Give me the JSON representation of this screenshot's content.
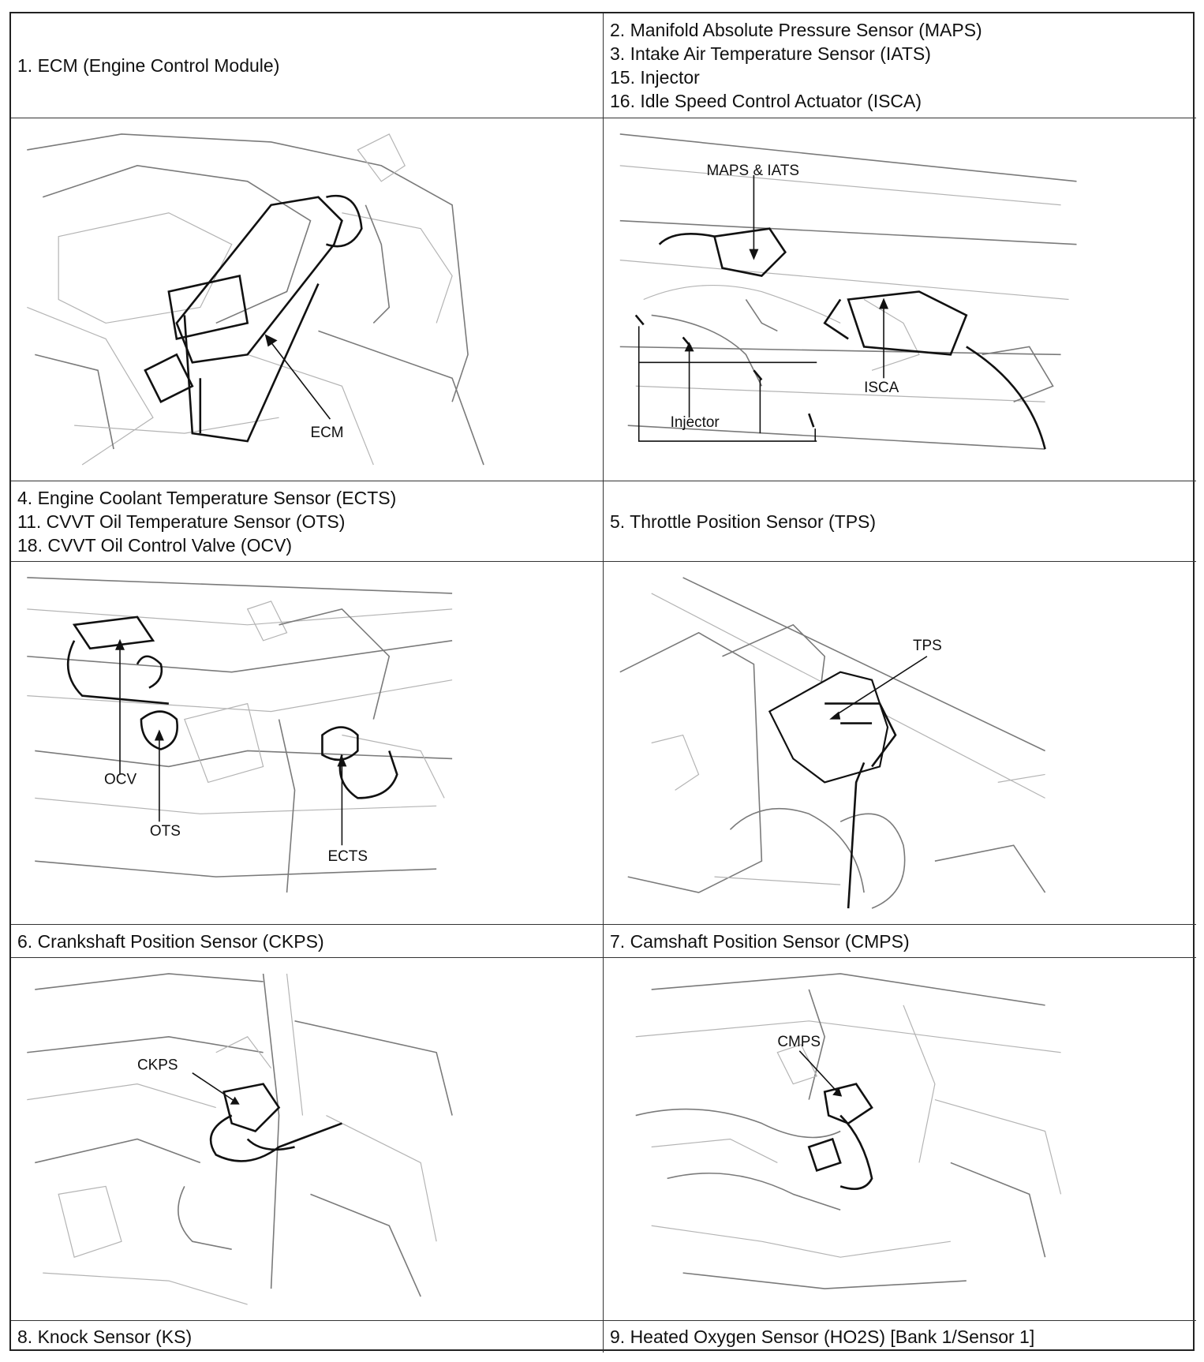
{
  "rows": [
    {
      "left": [
        "1. ECM (Engine Control Module)"
      ],
      "right": [
        "2. Manifold Absolute Pressure Sensor (MAPS)",
        "3. Intake Air Temperature Sensor (IATS)",
        "15. Injector",
        "16. Idle Speed Control Actuator (ISCA)"
      ]
    },
    {
      "left": [
        "4. Engine Coolant Temperature Sensor (ECTS)",
        "11. CVVT Oil Temperature Sensor (OTS)",
        "18. CVVT Oil Control Valve (OCV)"
      ],
      "right": [
        "5. Throttle Position Sensor (TPS)"
      ]
    },
    {
      "left": [
        "6. Crankshaft Position Sensor (CKPS)"
      ],
      "right": [
        "7. Camshaft Position Sensor (CMPS)"
      ]
    },
    {
      "left": [
        "8. Knock Sensor (KS)"
      ],
      "right": [
        "9. Heated Oxygen Sensor (HO2S) [Bank 1/Sensor 1]"
      ]
    }
  ],
  "figures": {
    "ecm": {
      "labels": [
        "ECM"
      ]
    },
    "maps": {
      "labels": [
        "MAPS & IATS",
        "ISCA",
        "Injector"
      ]
    },
    "ects": {
      "labels": [
        "OCV",
        "OTS",
        "ECTS"
      ]
    },
    "tps": {
      "labels": [
        "TPS"
      ]
    },
    "ckps": {
      "labels": [
        "CKPS"
      ]
    },
    "cmps": {
      "labels": [
        "CMPS"
      ]
    }
  }
}
